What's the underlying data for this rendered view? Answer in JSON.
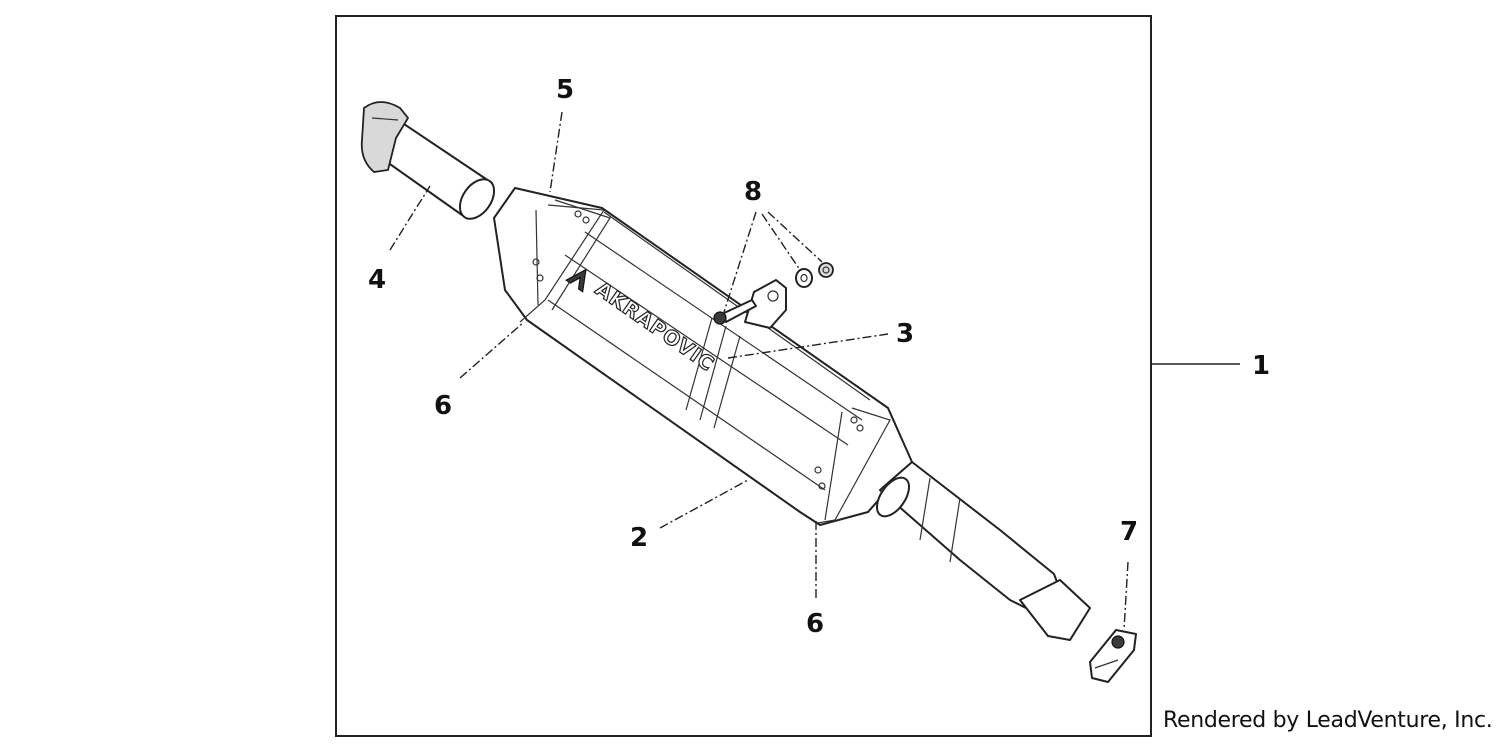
{
  "diagram": {
    "callouts": {
      "c1": "1",
      "c2": "2",
      "c3": "3",
      "c4": "4",
      "c5": "5",
      "c6a": "6",
      "c6b": "6",
      "c7": "7",
      "c8": "8"
    },
    "brand_text": "AKRAPOVIC",
    "credit": "Rendered by LeadVenture, Inc."
  }
}
